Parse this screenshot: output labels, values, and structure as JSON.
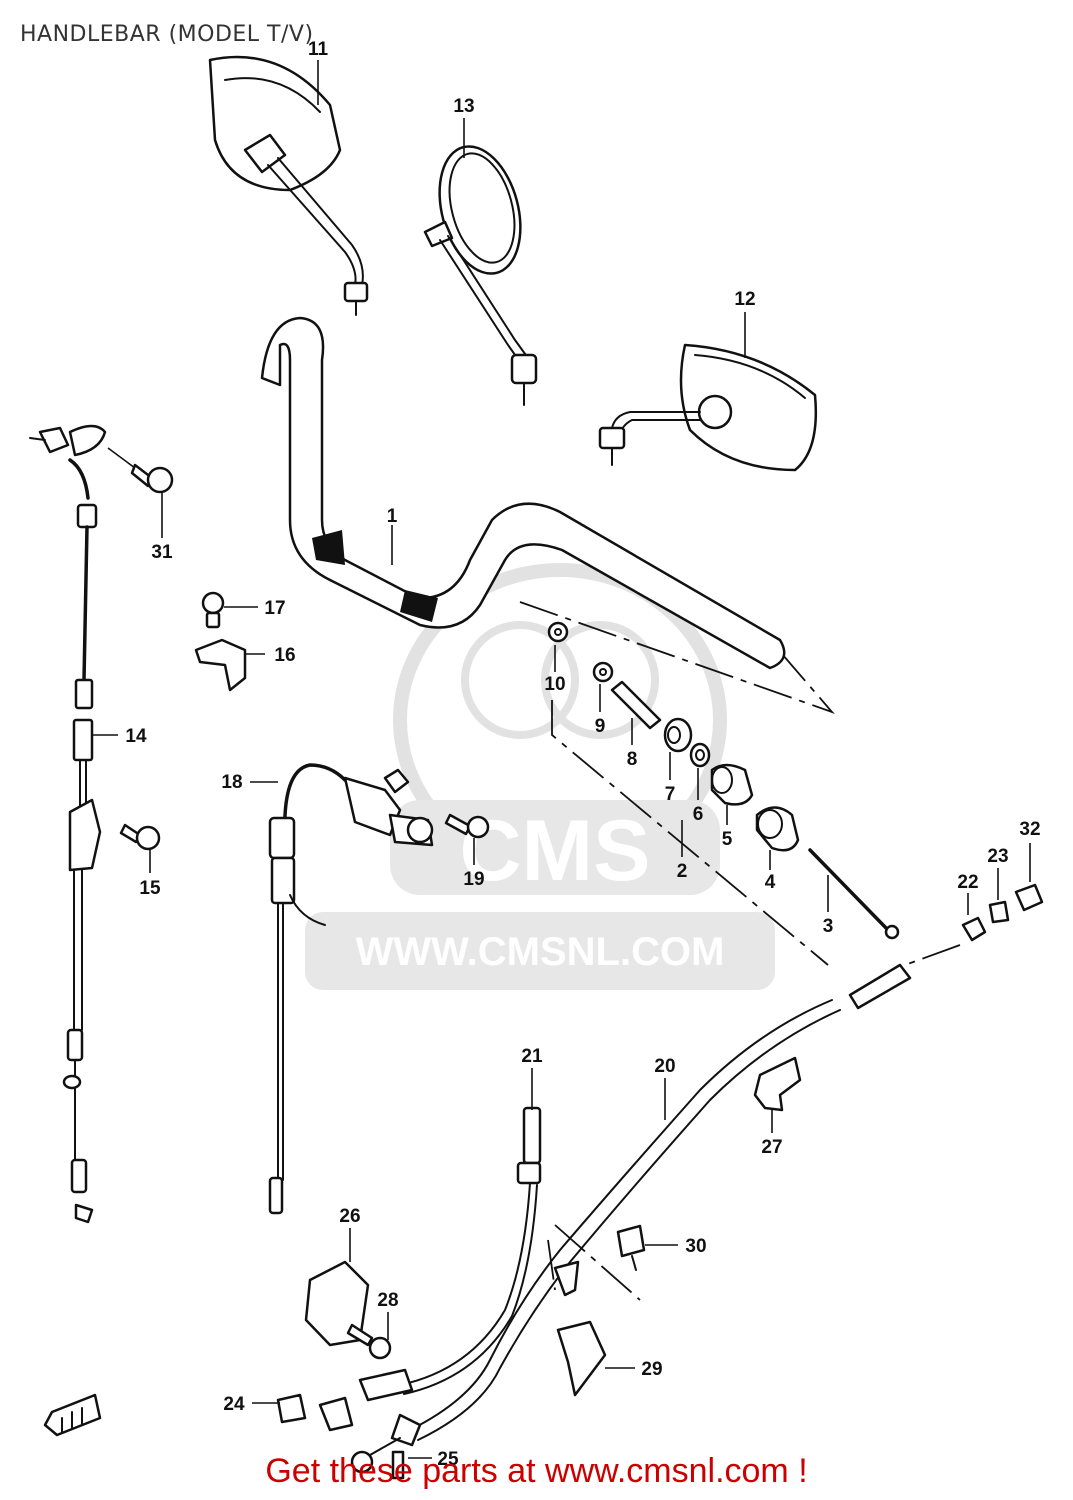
{
  "title": "HANDLEBAR (MODEL T/V)",
  "watermark": {
    "logo_text": "CMS",
    "url_text": "WWW.CMSNL.COM"
  },
  "footer": {
    "text": "Get these parts at www.cmsnl.com !",
    "color": "#cc0000"
  },
  "callouts": [
    {
      "id": "c1",
      "label": "1"
    },
    {
      "id": "c2",
      "label": "2"
    },
    {
      "id": "c3",
      "label": "3"
    },
    {
      "id": "c4",
      "label": "4"
    },
    {
      "id": "c5",
      "label": "5"
    },
    {
      "id": "c6",
      "label": "6"
    },
    {
      "id": "c7",
      "label": "7"
    },
    {
      "id": "c8",
      "label": "8"
    },
    {
      "id": "c9",
      "label": "9"
    },
    {
      "id": "c10",
      "label": "10"
    },
    {
      "id": "c11",
      "label": "11"
    },
    {
      "id": "c12",
      "label": "12"
    },
    {
      "id": "c13",
      "label": "13"
    },
    {
      "id": "c14",
      "label": "14"
    },
    {
      "id": "c15",
      "label": "15"
    },
    {
      "id": "c16",
      "label": "16"
    },
    {
      "id": "c17",
      "label": "17"
    },
    {
      "id": "c18",
      "label": "18"
    },
    {
      "id": "c19",
      "label": "19"
    },
    {
      "id": "c20",
      "label": "20"
    },
    {
      "id": "c21",
      "label": "21"
    },
    {
      "id": "c22",
      "label": "22"
    },
    {
      "id": "c23",
      "label": "23"
    },
    {
      "id": "c24",
      "label": "24"
    },
    {
      "id": "c25",
      "label": "25"
    },
    {
      "id": "c26",
      "label": "26"
    },
    {
      "id": "c27",
      "label": "27"
    },
    {
      "id": "c28",
      "label": "28"
    },
    {
      "id": "c29",
      "label": "29"
    },
    {
      "id": "c30",
      "label": "30"
    },
    {
      "id": "c31",
      "label": "31"
    },
    {
      "id": "c32",
      "label": "32"
    }
  ]
}
